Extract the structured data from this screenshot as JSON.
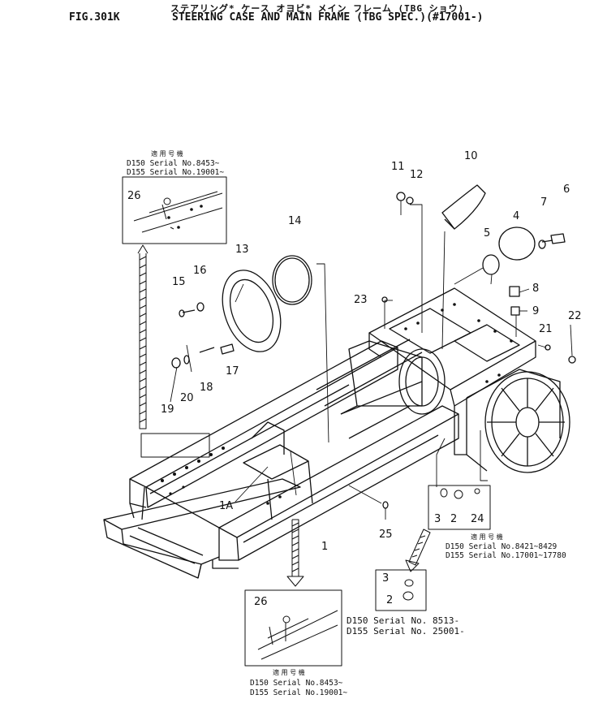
{
  "header": {
    "kana_title": "ステアリング* ケース オヨビ* メイン フレーム  (TBG ショウ)",
    "fig_number": "FIG.301K",
    "title": "STEERING CASE AND MAIN FRAME (TBG SPEC.)(#17001-)"
  },
  "parts": {
    "p1": "1",
    "p1a": "1A",
    "p2": "2",
    "p2b": "2",
    "p3": "3",
    "p3b": "3",
    "p4": "4",
    "p5": "5",
    "p6": "6",
    "p7": "7",
    "p8": "8",
    "p9": "9",
    "p10": "10",
    "p11": "11",
    "p12": "12",
    "p13": "13",
    "p14": "14",
    "p15": "15",
    "p16": "16",
    "p17": "17",
    "p18": "18",
    "p19": "19",
    "p20": "20",
    "p21": "21",
    "p22": "22",
    "p23": "23",
    "p24": "24",
    "p25": "25",
    "p26a": "26",
    "p26b": "26"
  },
  "inset_top_left": {
    "caption": "適 用 号 機",
    "line1": "D150 Serial No.8453~",
    "line2": "D155 Serial No.19001~"
  },
  "inset_mid_right": {
    "caption": "適 用 号 機",
    "line1": "D150 Serial No.8421~8429",
    "line2": "D155 Serial No.17001~17780"
  },
  "inset_low_right": {
    "line1": "D150  Serial No. 8513-",
    "line2": "D155  Serial No. 25001-"
  },
  "inset_bottom": {
    "caption": "適 用 号 機",
    "line1": "D150 Serial No.8453~",
    "line2": "D155 Serial No.19001~"
  }
}
